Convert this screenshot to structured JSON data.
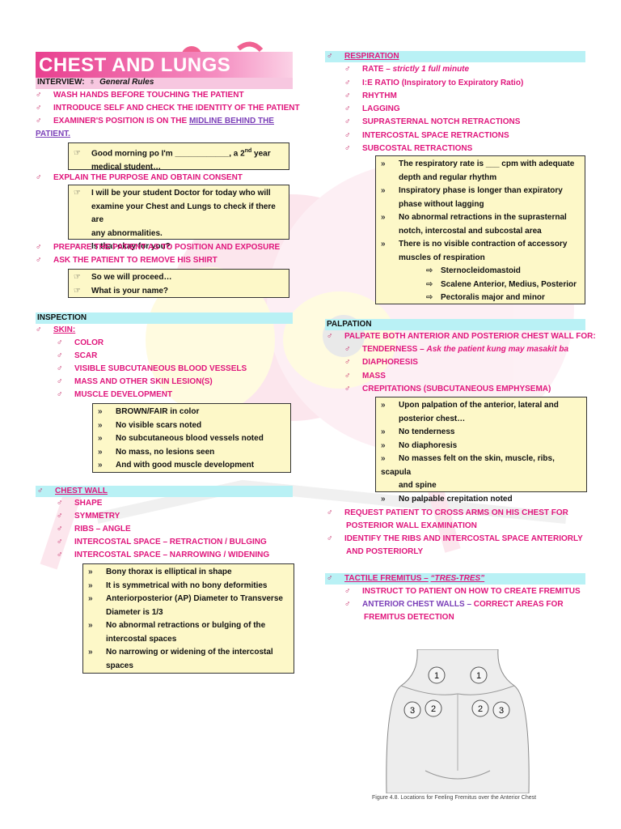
{
  "title": "CHEST AND LUNGS",
  "interview": {
    "label": "INTERVIEW:",
    "sub": "General Rules",
    "items": [
      "WASH HANDS BEFORE TOUCHING THE PATIENT",
      "INTRODUCE SELF AND CHECK THE IDENTITY OF THE PATIENT",
      "EXAMINER'S POSITION IS ON THE",
      "MIDLINE BEHIND THE PATIENT."
    ],
    "box1": [
      "Good morning po I'm ____________, a 2",
      "nd",
      " year",
      "medical student…"
    ],
    "consent": "EXPLAIN THE PURPOSE AND OBTAIN CONSENT",
    "box2": [
      "I will be your student Doctor for today who will",
      "examine your Chest and Lungs to check if there are",
      "any abnormalities.",
      "Is that okay for you?"
    ],
    "prepare": "PREPARE THE PATIENT AS TO POSITION AND EXPOSURE",
    "remove": "ASK THE PATIENT TO REMOVE HIS SHIRT",
    "box3": [
      "So we will proceed…",
      "What is your name?"
    ]
  },
  "inspection": {
    "head": "INSPECTION",
    "skin": "SKIN:",
    "skin_items": [
      "COLOR",
      "SCAR",
      "VISIBLE SUBCUTANEOUS BLOOD VESSELS",
      "MASS AND OTHER SKIN LESION(S)",
      "MUSCLE DEVELOPMENT"
    ],
    "skin_box": [
      "BROWN/FAIR in color",
      "No visible scars noted",
      "No subcutaneous blood vessels noted",
      "No mass, no lesions seen",
      "And with good muscle development"
    ],
    "chest_wall": "CHEST WALL",
    "chest_items": [
      "SHAPE",
      "SYMMETRY",
      "RIBS – ANGLE",
      "INTERCOSTAL SPACE – RETRACTION / BULGING",
      "INTERCOSTAL SPACE – NARROWING / WIDENING"
    ],
    "chest_box": [
      "Bony thorax is elliptical in shape",
      "It is symmetrical with no bony deformities",
      "Anteriorposterior (AP) Diameter to Transverse",
      "Diameter is 1/3",
      "No abnormal retractions or bulging of the",
      "intercostal spaces",
      "No narrowing or widening of the intercostal",
      "spaces"
    ]
  },
  "respiration": {
    "head": "RESPIRATION",
    "rate": "RATE –",
    "rate_note": "strictly 1 full minute",
    "items": [
      "I:E RATIO (Inspiratory to Expiratory Ratio)",
      "RHYTHM",
      "LAGGING",
      "SUPRASTERNAL NOTCH RETRACTIONS",
      "INTERCOSTAL SPACE RETRACTIONS",
      "SUBCOSTAL RETRACTIONS"
    ],
    "box": [
      "The respiratory rate is ___ cpm with adequate",
      "depth and regular rhythm",
      "Inspiratory phase is longer than expiratory",
      "phase without lagging",
      "No abnormal retractions in the suprasternal",
      "notch, intercostal and subcostal area",
      "There is no visible contraction of accessory",
      "muscles of respiration"
    ],
    "muscles": [
      "Sternocleidomastoid",
      "Scalene Anterior, Medius, Posterior",
      "Pectoralis major and minor"
    ]
  },
  "palpation": {
    "head": "PALPATION",
    "lead": "PALPATE BOTH ANTERIOR AND POSTERIOR CHEST WALL FOR:",
    "tender": "TENDERNESS –",
    "tender_note": "Ask the patient kung may masakit ba",
    "items": [
      "DIAPHORESIS",
      "MASS",
      "CREPITATIONS (SUBCUTANEOUS EMPHYSEMA)"
    ],
    "box": [
      "Upon palpation of the anterior, lateral and",
      "posterior chest…",
      "No tenderness",
      "No diaphoresis",
      "No masses felt on the skin, muscle, ribs, scapula",
      "and spine",
      "No palpable crepitation noted"
    ],
    "request": [
      "REQUEST PATIENT TO CROSS ARMS ON HIS CHEST FOR",
      "POSTERIOR WALL EXAMINATION"
    ],
    "identify": [
      "IDENTIFY THE RIBS AND INTERCOSTAL SPACE ANTERIORLY",
      "AND POSTERIORLY"
    ]
  },
  "fremitus": {
    "head": "TACTILE FREMITUS –",
    "head_note": "“TRES-TRES”",
    "instruct": "INSTRUCT TO PATIENT ON HOW TO CREATE FREMITUS",
    "anterior": "ANTERIOR CHEST WALLS –",
    "anterior2": "CORRECT AREAS FOR",
    "anterior3": "FREMITUS DETECTION",
    "labels": [
      "1",
      "1",
      "3",
      "2",
      "2",
      "3"
    ],
    "caption": "Figure 4.8. Locations for Feeling Fremitus over the Anterior Chest"
  },
  "bullets": {
    "venus": "♂",
    "note": "»",
    "arrow": "⇨",
    "hand": "☞"
  },
  "colors": {
    "pink": "#e0167c",
    "purple": "#7b3fb8",
    "cyan": "#b9f1f5",
    "yellow": "#fdf8c8"
  }
}
